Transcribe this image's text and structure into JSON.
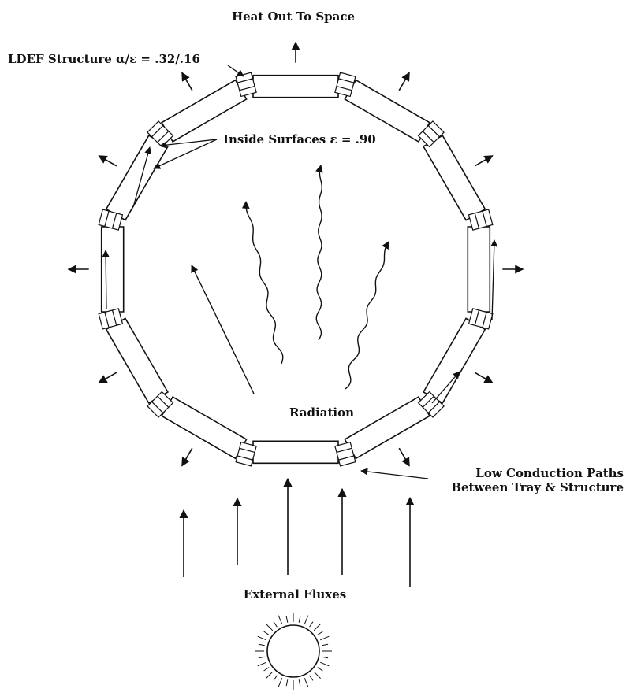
{
  "labels": {
    "heat_out": "Heat Out To Space",
    "ldef_structure": "LDEF Structure α/ε = .32/.16",
    "inside_surfaces": "Inside Surfaces ε = .90",
    "radiation": "Radiation",
    "low_conduction_line1": "Low Conduction Paths",
    "low_conduction_line2": "Between Tray & Structure",
    "external_fluxes": "External Fluxes"
  },
  "colors": {
    "ink": "#111111",
    "tray_fill": "#ffffff"
  },
  "icons": {
    "sun": "sun-icon"
  }
}
